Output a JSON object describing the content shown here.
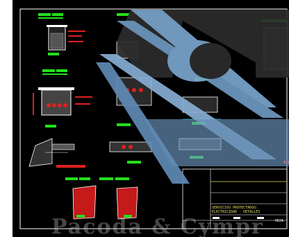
{
  "title_block": {
    "title_line1": "SERVICIOS PROYECTADOS:",
    "title_line2": "ELECTRICIDAD - DETALLES",
    "sheet_label": "HOJA"
  },
  "watermark": {
    "text": "Pacoda & Cympr"
  },
  "colors": {
    "background": "#000000",
    "linework": "#ffffff",
    "labels_green": "#22e01c",
    "section_red": "#e02020",
    "dimension_cyan": "#00d8ff",
    "title_yellow": "#e8e060",
    "logo_blue": "#7aa4cc"
  }
}
